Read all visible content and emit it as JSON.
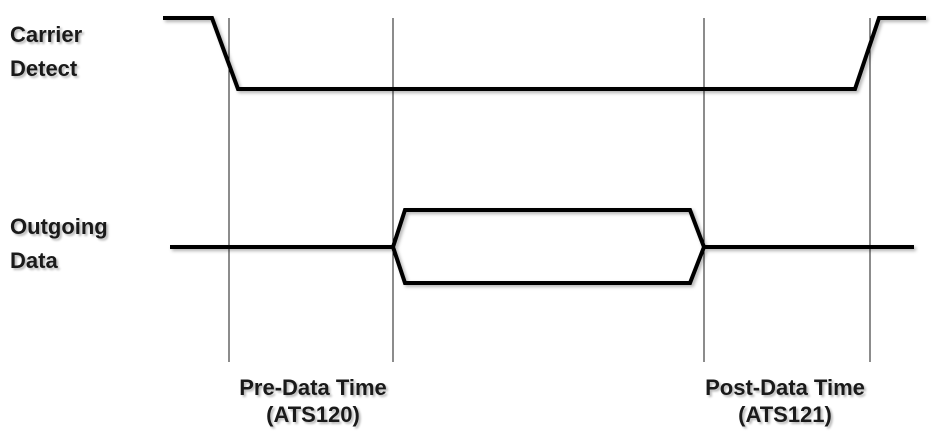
{
  "signals": [
    {
      "label_line1": "Carrier",
      "label_line2": "Detect"
    },
    {
      "label_line1": "Outgoing",
      "label_line2": "Data"
    }
  ],
  "intervals": [
    {
      "label_line1": "Pre-Data Time",
      "label_line2": "(ATS120)"
    },
    {
      "label_line1": "Post-Data Time",
      "label_line2": "(ATS121)"
    }
  ],
  "colors": {
    "waveform": "#000000",
    "guide": "#1a1a1a",
    "text": "#1a1a1a"
  }
}
